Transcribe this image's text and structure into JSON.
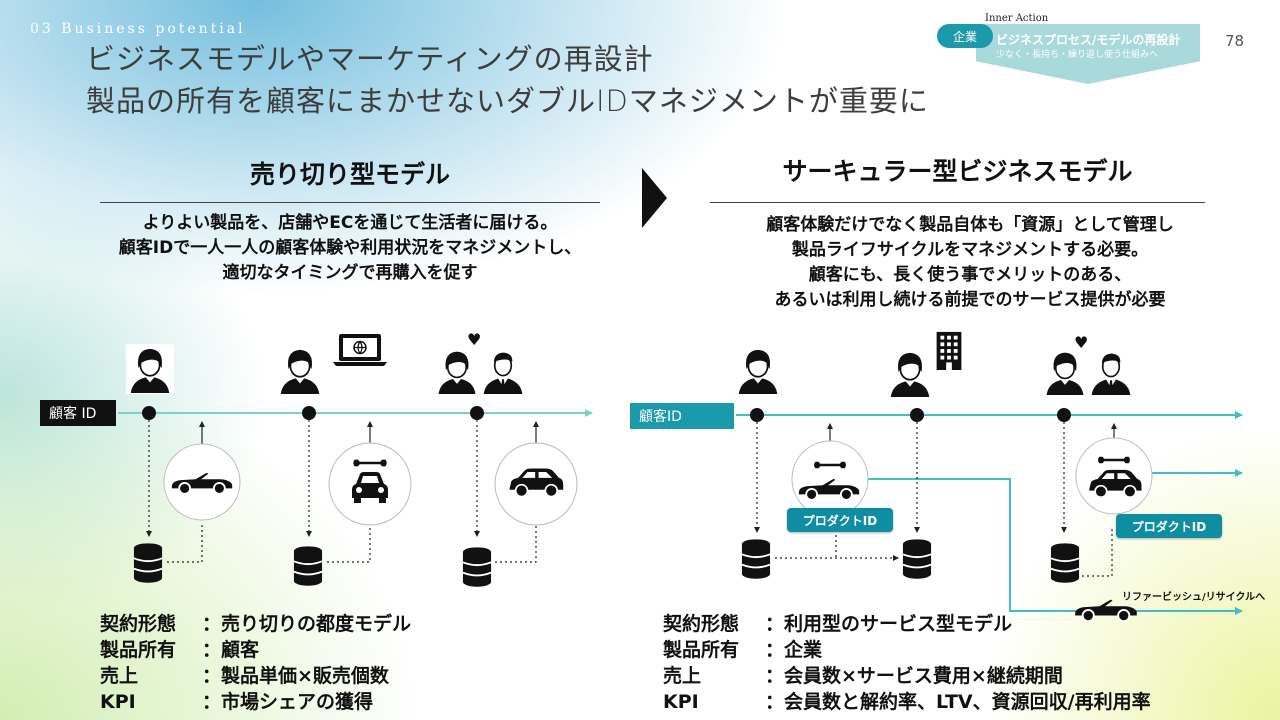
{
  "header": {
    "section_label": "03 Business potential",
    "title_line1": "ビジネスモデルやマーケティングの再設計",
    "title_line2": "製品の所有を顧客にまかせないダブルIDマネジメントが重要に",
    "page_number": "78"
  },
  "badge": {
    "inner_action": "Inner Action",
    "corp_label": "企業",
    "title": "ビジネスプロセス/モデルの再設計",
    "subtitle": "少なく・長持ち・繰り返し使う仕組みへ"
  },
  "left": {
    "heading": "売り切り型モデル",
    "description": [
      "よりよい製品を、店舗やECを通じて生活者に届ける。",
      "顧客IDで一人一人の顧客体験や利用状況をマネジメントし、",
      "適切なタイミングで再購入を促す"
    ],
    "id_label": "顧客 ID",
    "terms": [
      {
        "key": "契約形態",
        "value": "：売り切りの都度モデル"
      },
      {
        "key": "製品所有",
        "value": "：顧客"
      },
      {
        "key": "売上",
        "value": "：製品単価×販売個数"
      },
      {
        "key": "KPI",
        "value": "：市場シェアの獲得"
      }
    ]
  },
  "right": {
    "heading": "サーキュラー型ビジネスモデル",
    "description": [
      "顧客体験だけでなく製品自体も「資源」として管理し",
      "製品ライフサイクルをマネジメントする必要。",
      "顧客にも、長く使う事でメリットのある、",
      "あるいは利用し続ける前提でのサービス提供が必要"
    ],
    "id_label": "顧客ID",
    "product_id_label": "プロダクトID",
    "refurbish_label": "リファービッシュ/リサイクルへ",
    "terms": [
      {
        "key": "契約形態",
        "value": "：利用型のサービス型モデル"
      },
      {
        "key": "製品所有",
        "value": "：企業"
      },
      {
        "key": "売上",
        "value": "：会員数×サービス費用×継続期間"
      },
      {
        "key": "KPI",
        "value": "：会員数と解約率、LTV、資源回収/再利用率"
      }
    ]
  },
  "colors": {
    "teal": "#1b9aaa",
    "timeline_left": "#7fd0c9",
    "timeline_right": "#3fbfc9",
    "black_tag": "#111111",
    "product_tag": "#0f8ea3"
  }
}
